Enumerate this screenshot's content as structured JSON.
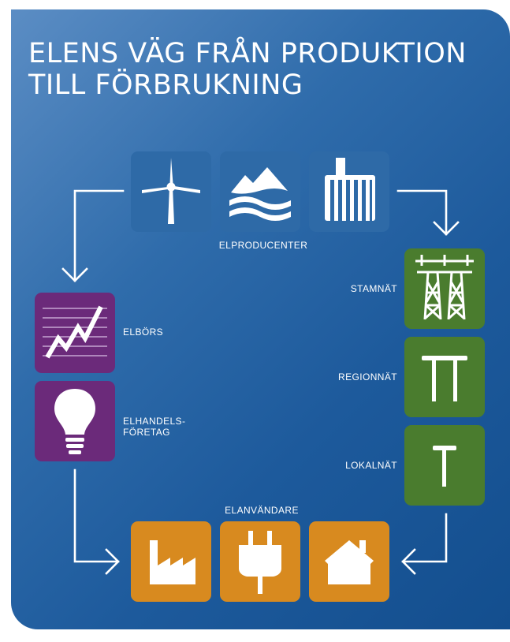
{
  "title": {
    "line1": "ELENS VÄG FRÅN PRODUKTION",
    "line2": "TILL FÖRBRUKNING"
  },
  "producers": {
    "label": "ELPRODUCENTER",
    "icons": [
      "wind-turbine-icon",
      "hydro-mountain-icon",
      "power-plant-icon"
    ]
  },
  "market": {
    "exchange_label": "ELBÖRS",
    "retailer_label_line1": "ELHANDELS-",
    "retailer_label_line2": "FÖRETAG"
  },
  "grid": {
    "transmission_label": "STAMNÄT",
    "regional_label": "REGIONNÄT",
    "local_label": "LOKALNÄT"
  },
  "consumers": {
    "label": "ELANVÄNDARE",
    "icons": [
      "factory-icon",
      "electric-plug-icon",
      "house-icon"
    ]
  },
  "colors": {
    "background": "#2f6cab",
    "producer_tile": "#2e6aa7",
    "market_tile": "#6b2a7a",
    "grid_tile": "#4a7c2e",
    "consumer_tile": "#d88a1f",
    "foreground": "#ffffff"
  }
}
